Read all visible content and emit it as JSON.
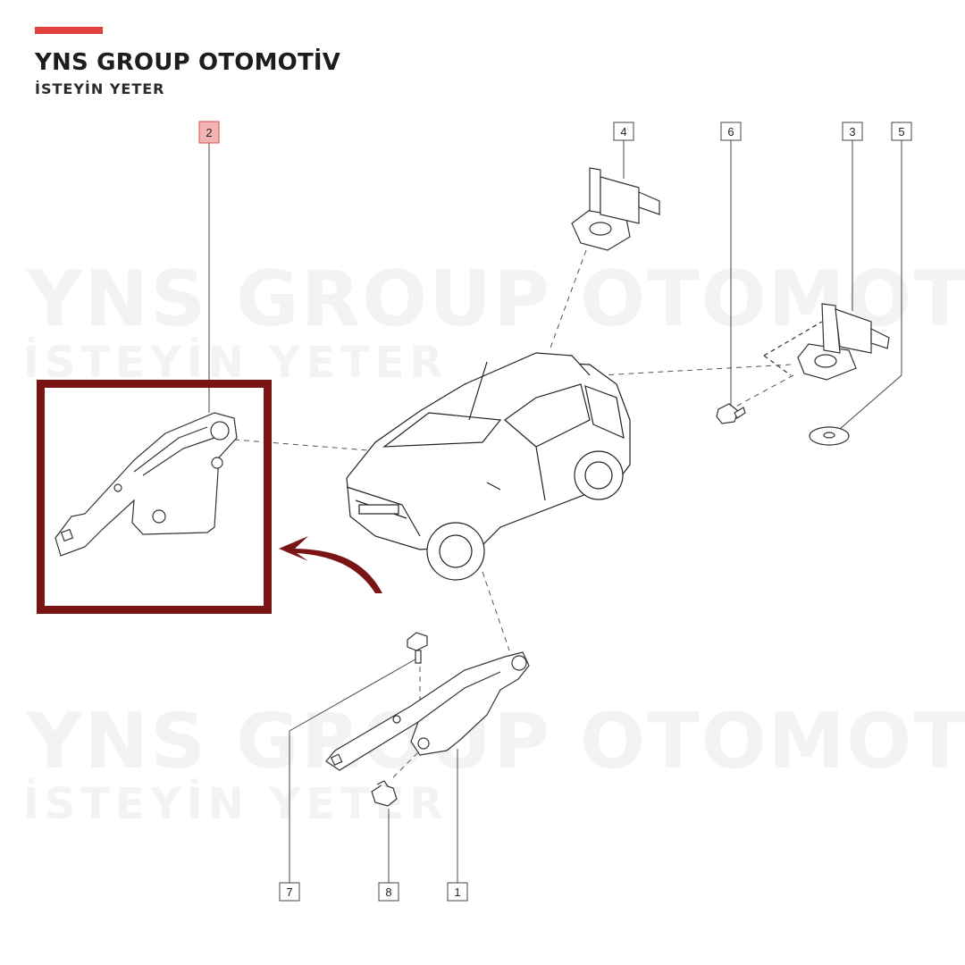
{
  "brand": {
    "title": "YNS GROUP OTOMOTİV",
    "tagline": "İSTEYİN YETER",
    "accent_color": "#e2403f"
  },
  "watermark": {
    "title": "YNS GROUP OTOMOTİV",
    "tagline": "İSTEYİN YETER"
  },
  "callouts": {
    "c1": "1",
    "c2": "2",
    "c3": "3",
    "c4": "4",
    "c5": "5",
    "c6": "6",
    "c7": "7",
    "c8": "8"
  },
  "highlight": {
    "selected_callout": "2",
    "box_color": "#7a1515",
    "arrow_color": "#7a1515"
  },
  "icons": [
    "car-illustration-icon",
    "hinge-part-icon",
    "bracket-part-icon",
    "bolt-icon",
    "washer-icon",
    "pointer-arrow-icon"
  ]
}
